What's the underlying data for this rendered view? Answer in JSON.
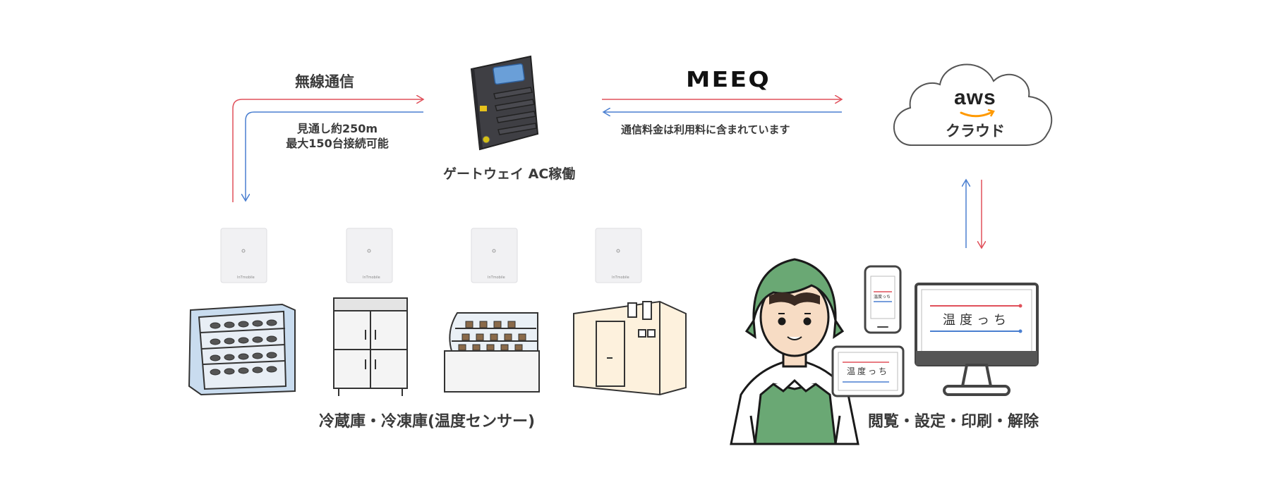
{
  "wireless": {
    "title": "無線通信",
    "range_line1": "見通し約250m",
    "range_line2": "最大150台接続可能"
  },
  "gateway": {
    "label": "ゲートウェイ AC稼働"
  },
  "carrier": {
    "logo": "MEEQ",
    "note": "通信料金は利用料に含まれています"
  },
  "cloud": {
    "brand": "aws",
    "label": "クラウド"
  },
  "sensors": {
    "brand": "InTmobile",
    "caption": "冷蔵庫・冷凍庫(温度センサー)"
  },
  "devices": {
    "app_name": "温度っち",
    "app_name_small": "温度っち",
    "caption": "閲覧・設定・印刷・解除"
  },
  "colors": {
    "up_arrow": "#e0505a",
    "down_arrow": "#4a7fd0",
    "green": "#6aa874",
    "cloud_stroke": "#555555"
  }
}
